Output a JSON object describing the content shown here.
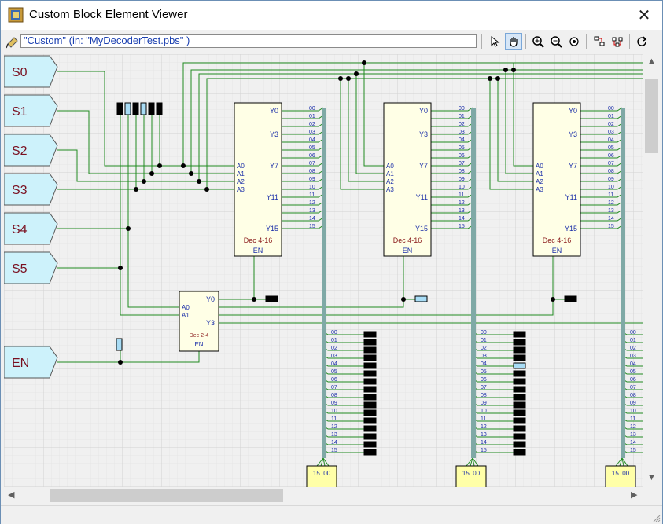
{
  "window": {
    "title": "Custom Block Element Viewer"
  },
  "toolbar": {
    "path_text": "\"Custom\"  (in: \"MyDecoderTest.pbs\" )",
    "buttons": [
      {
        "name": "select-tool-button",
        "icon": "arrow-pointer-icon"
      },
      {
        "name": "pan-tool-button",
        "icon": "hand-icon",
        "active": true
      },
      {
        "name": "zoom-in-button",
        "icon": "zoom-in-icon"
      },
      {
        "name": "zoom-out-button",
        "icon": "zoom-out-icon"
      },
      {
        "name": "zoom-fit-button",
        "icon": "zoom-fit-icon"
      },
      {
        "name": "align-left-button",
        "icon": "align-icon"
      },
      {
        "name": "align-grid-button",
        "icon": "distribute-icon"
      },
      {
        "name": "refresh-button",
        "icon": "refresh-icon"
      }
    ]
  },
  "diagram": {
    "input_ports": [
      "S0",
      "S1",
      "S2",
      "S3",
      "S4",
      "S5",
      "EN"
    ],
    "decoder_4_16": {
      "label": "Dec 4-16",
      "en": "EN",
      "inputs": [
        "A0",
        "A1",
        "A2",
        "A3"
      ],
      "outputs": [
        "Y0",
        "Y3",
        "Y7",
        "Y11",
        "Y15"
      ],
      "pins": [
        "00",
        "01",
        "02",
        "03",
        "04",
        "05",
        "06",
        "07",
        "08",
        "09",
        "10",
        "11",
        "12",
        "13",
        "14",
        "15"
      ]
    },
    "decoder_2_4": {
      "label": "Dec 2-4",
      "en": "EN",
      "inputs": [
        "A0",
        "A1"
      ],
      "outputs": [
        "Y0",
        "Y3"
      ]
    },
    "bus_label": "15..00",
    "bus_pins": [
      "00",
      "01",
      "02",
      "03",
      "04",
      "05",
      "06",
      "07",
      "08",
      "09",
      "10",
      "11",
      "12",
      "13",
      "14",
      "15"
    ],
    "input_probe_states": [
      0,
      1,
      0,
      1,
      0,
      0
    ],
    "en_probe_state": 1,
    "decoder_select_probes": [
      0,
      1,
      0
    ],
    "output_probe_states": [
      [
        0,
        0,
        0,
        0,
        0,
        0,
        0,
        0,
        0,
        0,
        0,
        0,
        0,
        0,
        0,
        0
      ],
      [
        0,
        0,
        0,
        0,
        1,
        0,
        0,
        0,
        0,
        0,
        0,
        0,
        0,
        0,
        0,
        0
      ]
    ],
    "colors": {
      "wire": "#1f8a1f",
      "port": "#cdf2fb",
      "block": "#ffffe6",
      "bus": "#7fa9a6",
      "probe_on": "#a8dcf5",
      "probe_off": "#000000"
    }
  }
}
